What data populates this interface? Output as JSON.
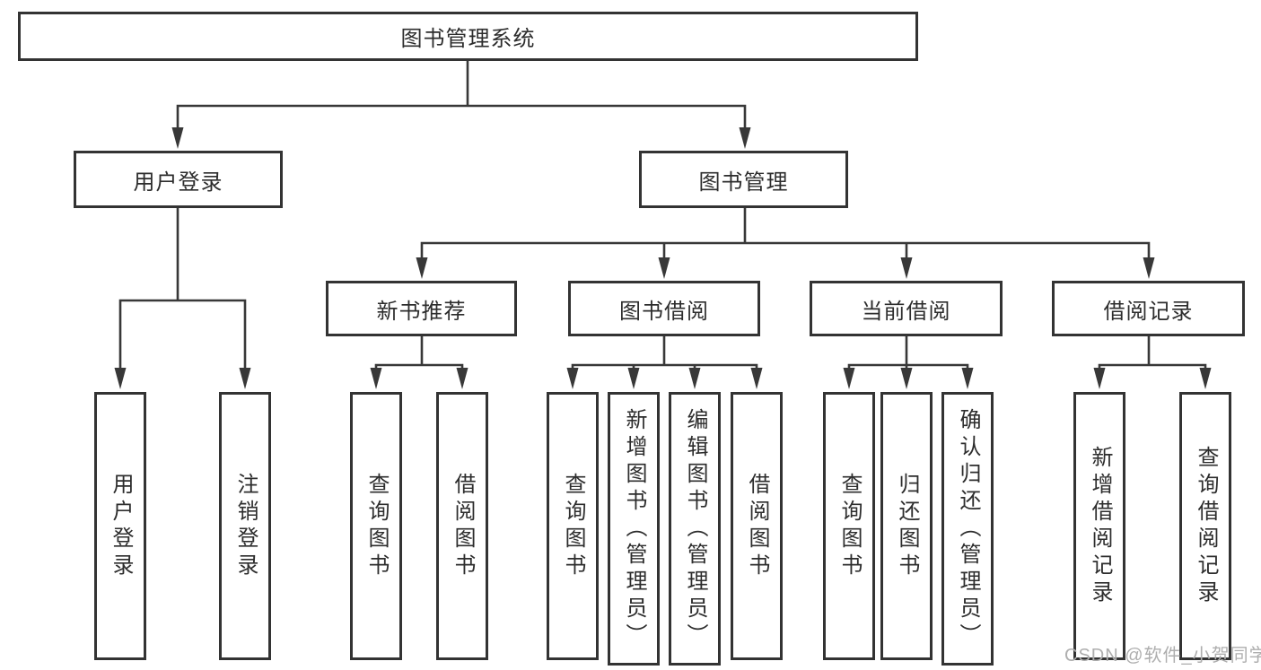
{
  "watermark": "CSDN @软件_小贺同学",
  "colors": {
    "line": "#383838",
    "box_border": "#333333",
    "box_background": "#ffffff",
    "text": "#2d2d2d",
    "watermark": "#aeaeae"
  },
  "tree": {
    "root": "图书管理系统",
    "children": [
      {
        "label": "用户登录",
        "children": [
          {
            "label": "用户登录"
          },
          {
            "label": "注销登录"
          }
        ]
      },
      {
        "label": "图书管理",
        "children": [
          {
            "label": "新书推荐",
            "children": [
              {
                "label": "查询图书"
              },
              {
                "label": "借阅图书"
              }
            ]
          },
          {
            "label": "图书借阅",
            "children": [
              {
                "label": "查询图书"
              },
              {
                "label": "新增图书（管理员）"
              },
              {
                "label": "编辑图书（管理员）"
              },
              {
                "label": "借阅图书"
              }
            ]
          },
          {
            "label": "当前借阅",
            "children": [
              {
                "label": "查询图书"
              },
              {
                "label": "归还图书"
              },
              {
                "label": "确认归还（管理员）"
              }
            ]
          },
          {
            "label": "借阅记录",
            "children": [
              {
                "label": "新增借阅记录"
              },
              {
                "label": "查询借阅记录"
              }
            ]
          }
        ]
      }
    ]
  }
}
